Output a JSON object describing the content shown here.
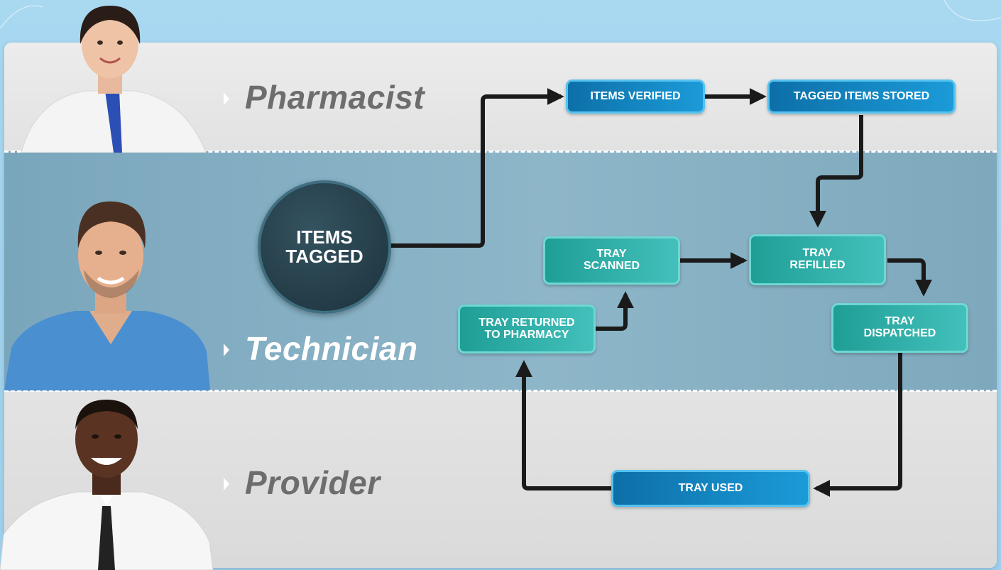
{
  "lanes": [
    {
      "role": "Pharmacist",
      "color": "#6d6d6d",
      "icon": "pharmacist-avatar"
    },
    {
      "role": "Technician",
      "color": "#ffffff",
      "icon": "technician-avatar"
    },
    {
      "role": "Provider",
      "color": "#6d6d6d",
      "icon": "provider-avatar"
    }
  ],
  "nodes": {
    "items_tagged": "ITEMS\nTAGGED",
    "items_verified": "ITEMS VERIFIED",
    "tagged_items_stored": "TAGGED ITEMS STORED",
    "tray_scanned": "TRAY\nSCANNED",
    "tray_refilled": "TRAY\nREFILLED",
    "tray_returned": "TRAY RETURNED\nTO PHARMACY",
    "tray_dispatched": "TRAY\nDISPATCHED",
    "tray_used": "TRAY USED"
  },
  "edges": [
    [
      "items_tagged",
      "items_verified"
    ],
    [
      "items_verified",
      "tagged_items_stored"
    ],
    [
      "tagged_items_stored",
      "tray_refilled"
    ],
    [
      "tray_scanned",
      "tray_refilled"
    ],
    [
      "tray_refilled",
      "tray_dispatched"
    ],
    [
      "tray_dispatched",
      "tray_used"
    ],
    [
      "tray_used",
      "tray_returned"
    ],
    [
      "tray_returned",
      "tray_scanned"
    ]
  ],
  "colors": {
    "blue_node": "#1b8fcc",
    "teal_node": "#2fb0aa",
    "circle_node": "#233c47",
    "connector": "#1a1a1a",
    "divider": "#ffffff"
  }
}
